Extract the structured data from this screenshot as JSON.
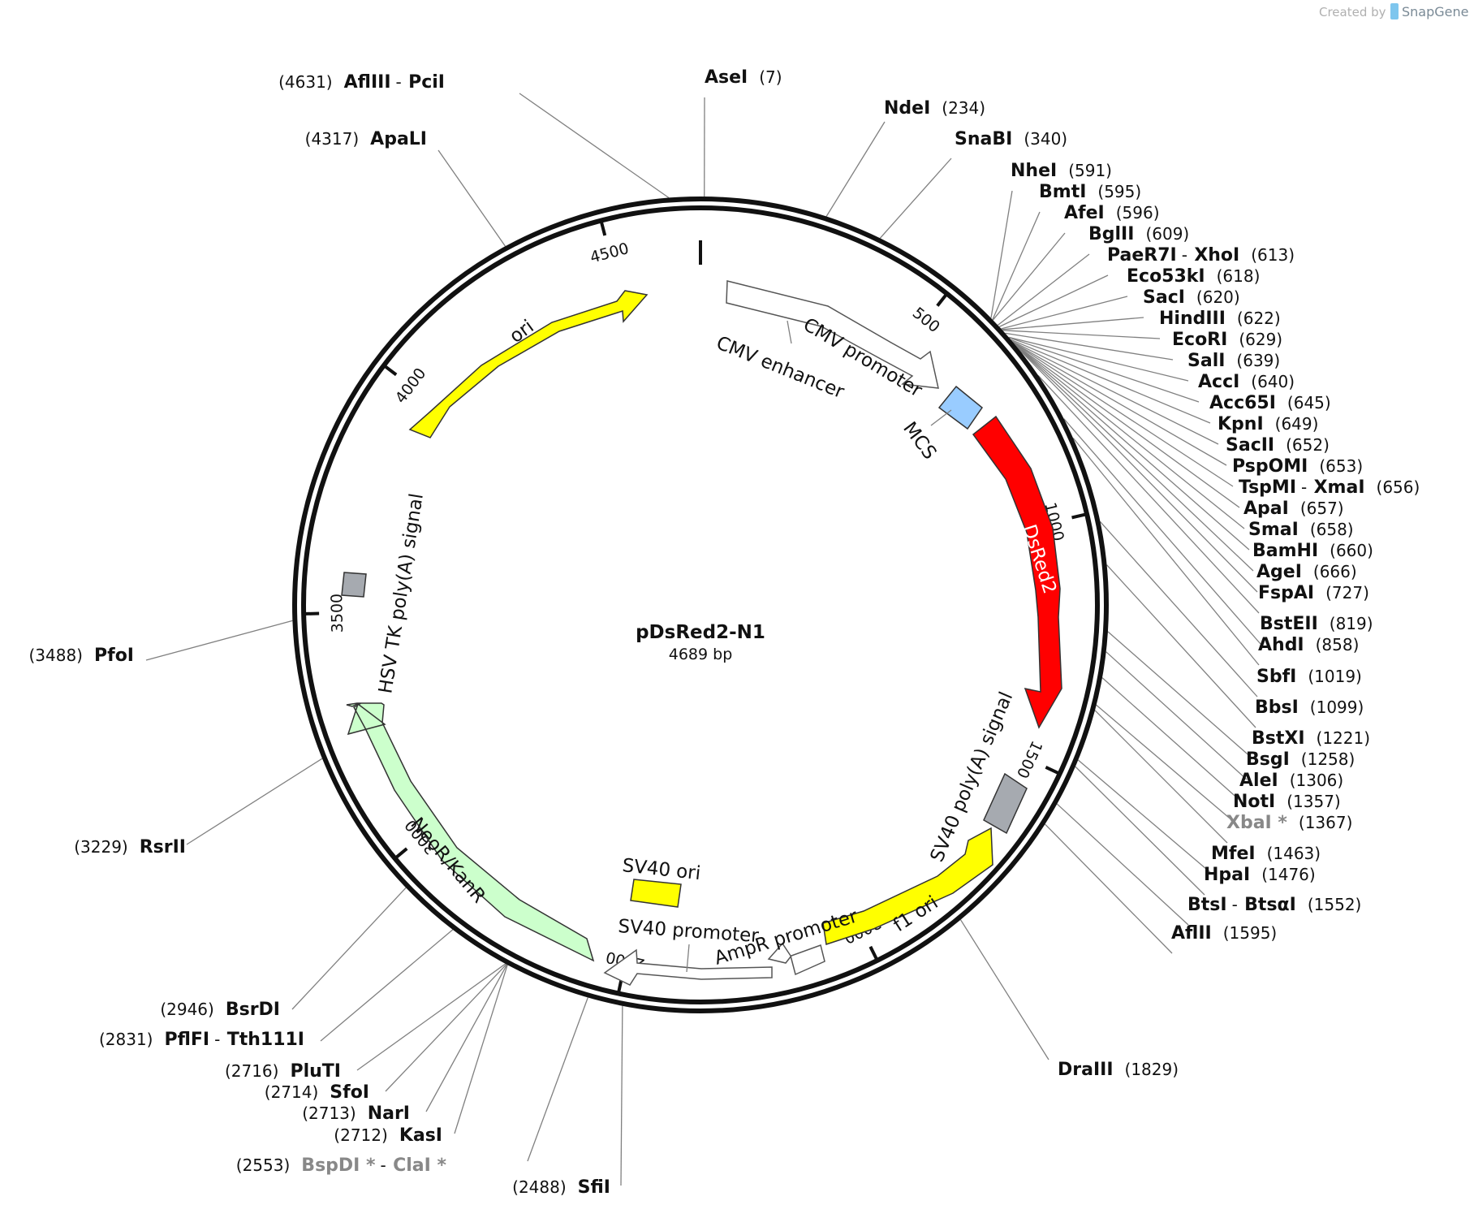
{
  "plasmid": {
    "name": "pDsRed2-N1",
    "length_label": "4689 bp"
  },
  "credit": {
    "created_by": "Created by",
    "brand": "SnapGene"
  },
  "ticks": [
    "500",
    "1000",
    "1500",
    "2000",
    "2500",
    "3000",
    "3500",
    "4000",
    "4500"
  ],
  "features": [
    {
      "label": "CMV enhancer",
      "color": "#ffffff"
    },
    {
      "label": "CMV promoter",
      "color": "#ffffff"
    },
    {
      "label": "MCS",
      "color": "#99ccff"
    },
    {
      "label": "DsRed2",
      "color": "#ff0000"
    },
    {
      "label": "SV40 poly(A) signal",
      "color": "#a6aab0"
    },
    {
      "label": "f1 ori",
      "color": "#ffff00"
    },
    {
      "label": "AmpR promoter",
      "color": "#ffffff"
    },
    {
      "label": "SV40 promoter",
      "color": "#ffffff"
    },
    {
      "label": "SV40 ori",
      "color": "#ffff00"
    },
    {
      "label": "NeoR/KanR",
      "color": "#ccffcc"
    },
    {
      "label": "HSV TK poly(A) signal",
      "color": "#a6aab0"
    },
    {
      "label": "ori",
      "color": "#ffff00"
    }
  ],
  "sites": [
    {
      "pos": "(4631)",
      "names": [
        "AflIII",
        "PciI"
      ]
    },
    {
      "pos": "(7)",
      "names": [
        "AseI"
      ]
    },
    {
      "pos": "(4317)",
      "names": [
        "ApaLI"
      ]
    },
    {
      "pos": "(234)",
      "names": [
        "NdeI"
      ]
    },
    {
      "pos": "(340)",
      "names": [
        "SnaBI"
      ]
    },
    {
      "pos": "(591)",
      "names": [
        "NheI"
      ]
    },
    {
      "pos": "(595)",
      "names": [
        "BmtI"
      ]
    },
    {
      "pos": "(596)",
      "names": [
        "AfeI"
      ]
    },
    {
      "pos": "(609)",
      "names": [
        "BglII"
      ]
    },
    {
      "pos": "(613)",
      "names": [
        "PaeR7I",
        "XhoI"
      ]
    },
    {
      "pos": "(618)",
      "names": [
        "Eco53kI"
      ]
    },
    {
      "pos": "(620)",
      "names": [
        "SacI"
      ]
    },
    {
      "pos": "(622)",
      "names": [
        "HindIII"
      ]
    },
    {
      "pos": "(629)",
      "names": [
        "EcoRI"
      ]
    },
    {
      "pos": "(639)",
      "names": [
        "SalI"
      ]
    },
    {
      "pos": "(640)",
      "names": [
        "AccI"
      ]
    },
    {
      "pos": "(645)",
      "names": [
        "Acc65I"
      ]
    },
    {
      "pos": "(649)",
      "names": [
        "KpnI"
      ]
    },
    {
      "pos": "(652)",
      "names": [
        "SacII"
      ]
    },
    {
      "pos": "(653)",
      "names": [
        "PspOMI"
      ]
    },
    {
      "pos": "(656)",
      "names": [
        "TspMI",
        "XmaI"
      ]
    },
    {
      "pos": "(657)",
      "names": [
        "ApaI"
      ]
    },
    {
      "pos": "(658)",
      "names": [
        "SmaI"
      ]
    },
    {
      "pos": "(660)",
      "names": [
        "BamHI"
      ]
    },
    {
      "pos": "(666)",
      "names": [
        "AgeI"
      ]
    },
    {
      "pos": "(727)",
      "names": [
        "FspAI"
      ]
    },
    {
      "pos": "(819)",
      "names": [
        "BstEII"
      ]
    },
    {
      "pos": "(858)",
      "names": [
        "AhdI"
      ]
    },
    {
      "pos": "(1019)",
      "names": [
        "SbfI"
      ]
    },
    {
      "pos": "(1099)",
      "names": [
        "BbsI"
      ]
    },
    {
      "pos": "(1221)",
      "names": [
        "BstXI"
      ]
    },
    {
      "pos": "(1258)",
      "names": [
        "BsgI"
      ]
    },
    {
      "pos": "(1306)",
      "names": [
        "AleI"
      ]
    },
    {
      "pos": "(1357)",
      "names": [
        "NotI"
      ]
    },
    {
      "pos": "(1367)",
      "names": [
        "XbaI *"
      ]
    },
    {
      "pos": "(1463)",
      "names": [
        "MfeI"
      ]
    },
    {
      "pos": "(1476)",
      "names": [
        "HpaI"
      ]
    },
    {
      "pos": "(1552)",
      "names": [
        "BtsI",
        "BtsαI"
      ]
    },
    {
      "pos": "(1595)",
      "names": [
        "AflII"
      ]
    },
    {
      "pos": "(1829)",
      "names": [
        "DraIII"
      ]
    },
    {
      "pos": "(3488)",
      "names": [
        "PfoI"
      ]
    },
    {
      "pos": "(3229)",
      "names": [
        "RsrII"
      ]
    },
    {
      "pos": "(2946)",
      "names": [
        "BsrDI"
      ]
    },
    {
      "pos": "(2831)",
      "names": [
        "PflFI",
        "Tth111I"
      ]
    },
    {
      "pos": "(2716)",
      "names": [
        "PluTI"
      ]
    },
    {
      "pos": "(2714)",
      "names": [
        "SfoI"
      ]
    },
    {
      "pos": "(2713)",
      "names": [
        "NarI"
      ]
    },
    {
      "pos": "(2712)",
      "names": [
        "KasI"
      ]
    },
    {
      "pos": "(2553)",
      "names": [
        "BspDI *",
        "ClaI *"
      ]
    },
    {
      "pos": "(2488)",
      "names": [
        "SfiI"
      ]
    }
  ]
}
